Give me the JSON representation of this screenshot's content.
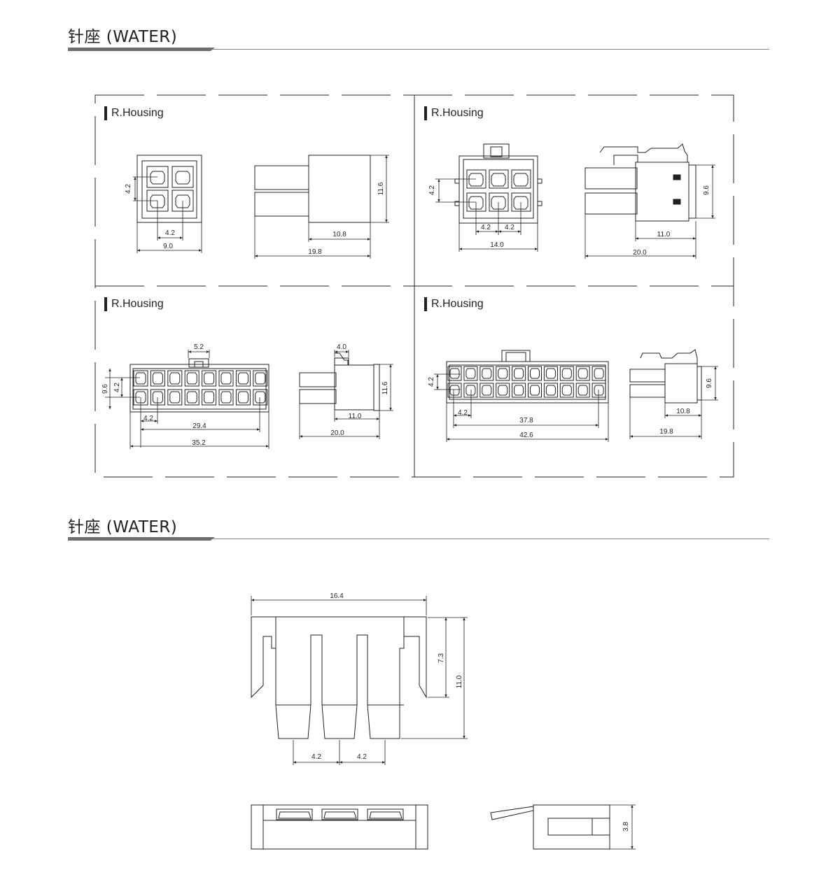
{
  "sections": [
    {
      "title": "针座 (WATER)"
    },
    {
      "title": "针座 (WATER)"
    }
  ],
  "panels": [
    {
      "label": "R.Housing",
      "dims": {
        "pitch_v": "4.2",
        "pitch_h": "4.2",
        "width": "9.0",
        "height": "11.6",
        "body": "10.8",
        "length": "19.8"
      }
    },
    {
      "label": "R.Housing",
      "dims": {
        "pitch_v": "4.2",
        "pitch_h1": "4.2",
        "pitch_h2": "4.2",
        "width": "14.0",
        "height": "9.6",
        "body": "11.0",
        "length": "20.0"
      }
    },
    {
      "label": "R.Housing",
      "dims": {
        "latch": "5.2",
        "row_h": "9.6",
        "pitch_v": "4.2",
        "pitch_h": "4.2",
        "span": "29.4",
        "width": "35.2",
        "tab": "4.0",
        "height": "11.6",
        "body": "11.0",
        "length": "20.0"
      }
    },
    {
      "label": "R.Housing",
      "dims": {
        "pitch_v": "4.2",
        "pitch_h": "4.2",
        "span": "37.8",
        "width": "42.6",
        "height": "9.6",
        "body": "10.8",
        "length": "19.8"
      }
    }
  ],
  "bottom": {
    "width": "16.4",
    "inner_h": "7.3",
    "total_h": "11.0",
    "pitch1": "4.2",
    "pitch2": "4.2",
    "side_h": "3.8"
  }
}
